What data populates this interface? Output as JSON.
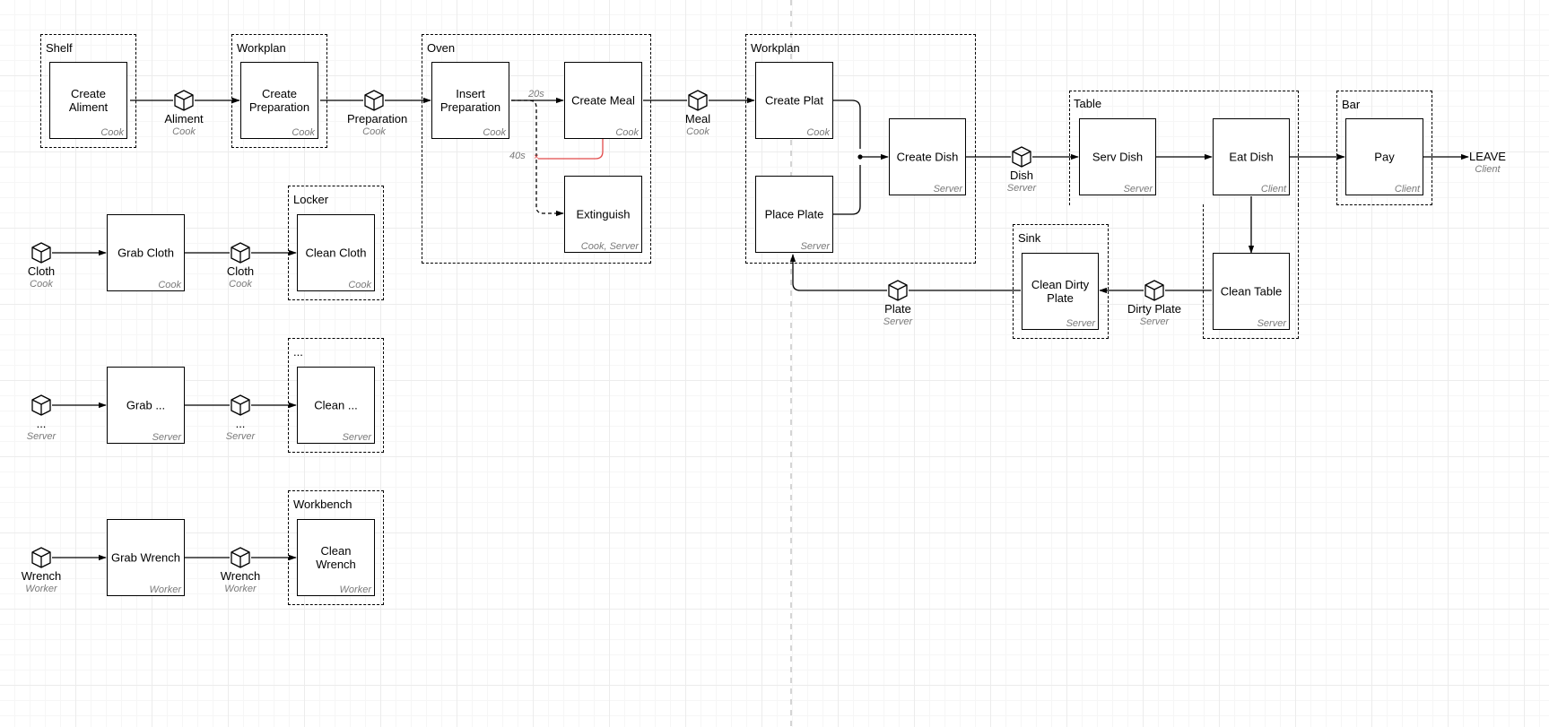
{
  "containers": {
    "shelf": "Shelf",
    "workplan1": "Workplan",
    "oven": "Oven",
    "workplan2": "Workplan",
    "table": "Table",
    "bar": "Bar",
    "locker": "Locker",
    "sink": "Sink",
    "generic": "...",
    "workbench": "Workbench"
  },
  "boxes": {
    "create_aliment": {
      "label": "Create\nAliment",
      "role": "Cook"
    },
    "create_preparation": {
      "label": "Create\nPreparation",
      "role": "Cook"
    },
    "insert_preparation": {
      "label": "Insert\nPreparation",
      "role": "Cook"
    },
    "create_meal": {
      "label": "Create Meal",
      "role": "Cook"
    },
    "extinguish": {
      "label": "Extinguish",
      "role": "Cook, Server"
    },
    "create_plat": {
      "label": "Create Plat",
      "role": "Cook"
    },
    "place_plate": {
      "label": "Place Plate",
      "role": "Server"
    },
    "create_dish": {
      "label": "Create Dish",
      "role": "Server"
    },
    "serv_dish": {
      "label": "Serv Dish",
      "role": "Server"
    },
    "eat_dish": {
      "label": "Eat Dish",
      "role": "Client"
    },
    "pay": {
      "label": "Pay",
      "role": "Client"
    },
    "clean_table": {
      "label": "Clean Table",
      "role": "Server"
    },
    "clean_dirty_plate": {
      "label": "Clean Dirty\nPlate",
      "role": "Server"
    },
    "grab_cloth": {
      "label": "Grab Cloth",
      "role": "Cook"
    },
    "clean_cloth": {
      "label": "Clean Cloth",
      "role": "Cook"
    },
    "grab_generic": {
      "label": "Grab ...",
      "role": "Server"
    },
    "clean_generic": {
      "label": "Clean ...",
      "role": "Server"
    },
    "grab_wrench": {
      "label": "Grab Wrench",
      "role": "Worker"
    },
    "clean_wrench": {
      "label": "Clean Wrench",
      "role": "Worker"
    }
  },
  "tokens": {
    "aliment": {
      "label": "Aliment",
      "role": "Cook"
    },
    "preparation": {
      "label": "Preparation",
      "role": "Cook"
    },
    "meal": {
      "label": "Meal",
      "role": "Cook"
    },
    "dish": {
      "label": "Dish",
      "role": "Server"
    },
    "dirty_plate": {
      "label": "Dirty Plate",
      "role": "Server"
    },
    "plate": {
      "label": "Plate",
      "role": "Server"
    },
    "cloth_src": {
      "label": "Cloth",
      "role": "Cook"
    },
    "cloth_mid": {
      "label": "Cloth",
      "role": "Cook"
    },
    "generic_src": {
      "label": "...",
      "role": "Server"
    },
    "generic_mid": {
      "label": "...",
      "role": "Server"
    },
    "wrench_src": {
      "label": "Wrench",
      "role": "Worker"
    },
    "wrench_mid": {
      "label": "Wrench",
      "role": "Worker"
    }
  },
  "terminal": {
    "label": "LEAVE",
    "role": "Client"
  },
  "timers": {
    "t20": "20s",
    "t40": "40s"
  },
  "colors": {
    "line": "#000000",
    "cancel": "#e24a4a",
    "role_text": "#7a7a7a",
    "divider": "#bdbdbd"
  }
}
